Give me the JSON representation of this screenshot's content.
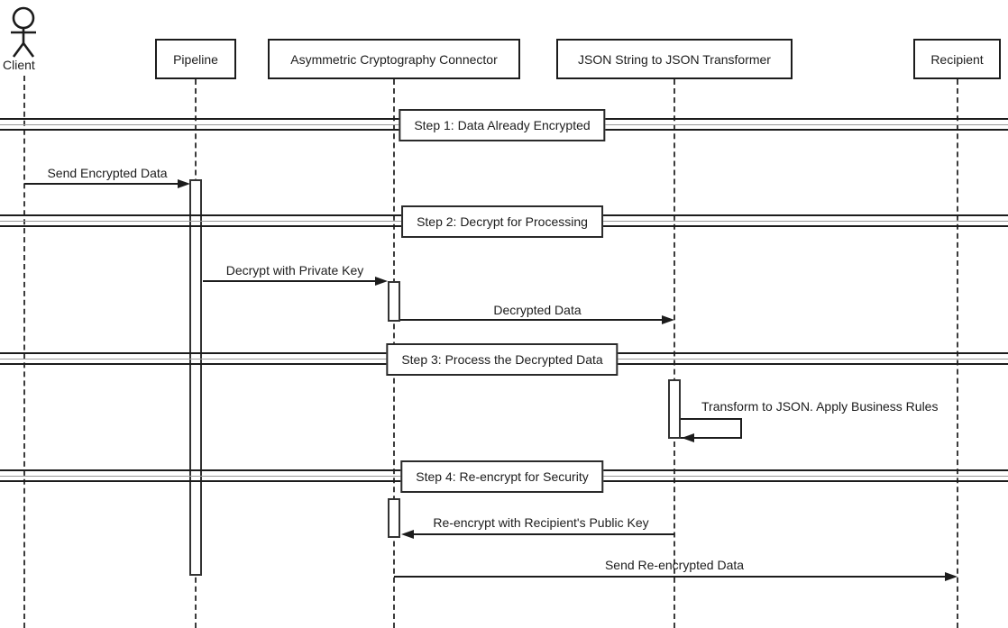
{
  "actors": {
    "client": {
      "label": "Client"
    }
  },
  "participants": [
    {
      "label": "Pipeline"
    },
    {
      "label": "Asymmetric Cryptography Connector"
    },
    {
      "label": "JSON String to JSON Transformer"
    },
    {
      "label": "Recipient"
    }
  ],
  "dividers": [
    {
      "label": "Step 1: Data Already Encrypted"
    },
    {
      "label": "Step 2: Decrypt for Processing"
    },
    {
      "label": "Step 3: Process the Decrypted Data"
    },
    {
      "label": "Step 4: Re-encrypt for Security"
    }
  ],
  "messages": [
    {
      "label": "Send Encrypted Data"
    },
    {
      "label": "Decrypt with Private Key"
    },
    {
      "label": "Decrypted Data"
    },
    {
      "label": "Transform to JSON. Apply Business Rules"
    },
    {
      "label": "Re-encrypt with Recipient's Public Key"
    },
    {
      "label": "Send Re-encrypted Data"
    }
  ],
  "colors": {
    "line": "#1c1c1c",
    "divider_mid": "#999999",
    "background": "#ffffff"
  }
}
